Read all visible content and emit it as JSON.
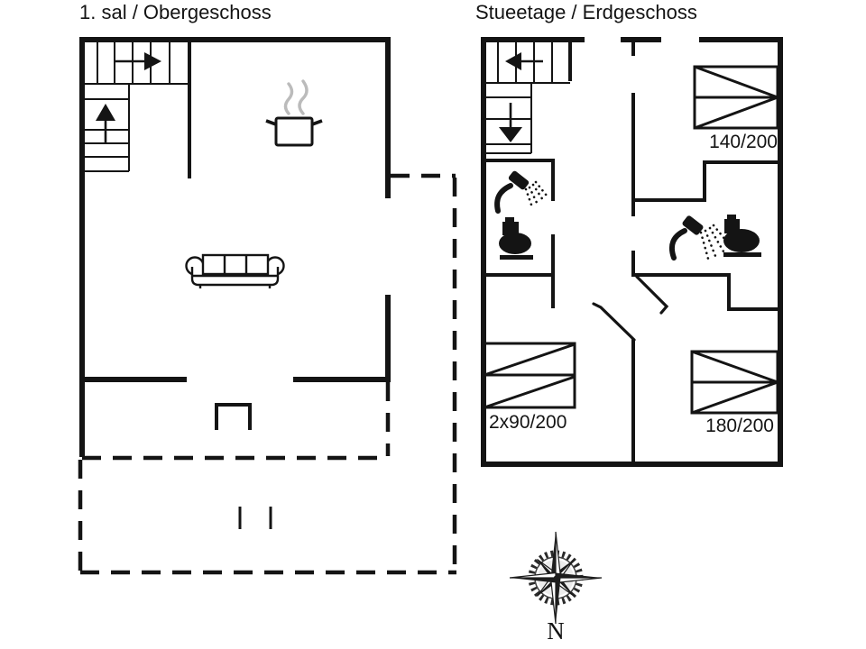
{
  "colors": {
    "line": "#141414",
    "steam": "#bbbbbb",
    "background": "#ffffff"
  },
  "floorplans": {
    "upper": {
      "title": "1. sal / Obergeschoss",
      "features": [
        "staircase-right-arrow",
        "staircase-up-arrow",
        "cooking-pot-icon",
        "steam-icon",
        "sofa-icon",
        "chimney-mark",
        "terrace-dashed-outline"
      ]
    },
    "ground": {
      "title": "Stueetage / Erdgeschoss",
      "beds": [
        {
          "name": "double-bed-top-right",
          "size_label": "140/200"
        },
        {
          "name": "twin-beds-bottom-left",
          "size_label": "2x90/200"
        },
        {
          "name": "double-bed-bottom-right",
          "size_label": "180/200"
        }
      ],
      "features": [
        "staircase-left-arrow",
        "staircase-down-arrow",
        "shower-icon",
        "toilet-icon",
        "door-swing-lines"
      ]
    }
  },
  "compass": {
    "label": "N"
  }
}
